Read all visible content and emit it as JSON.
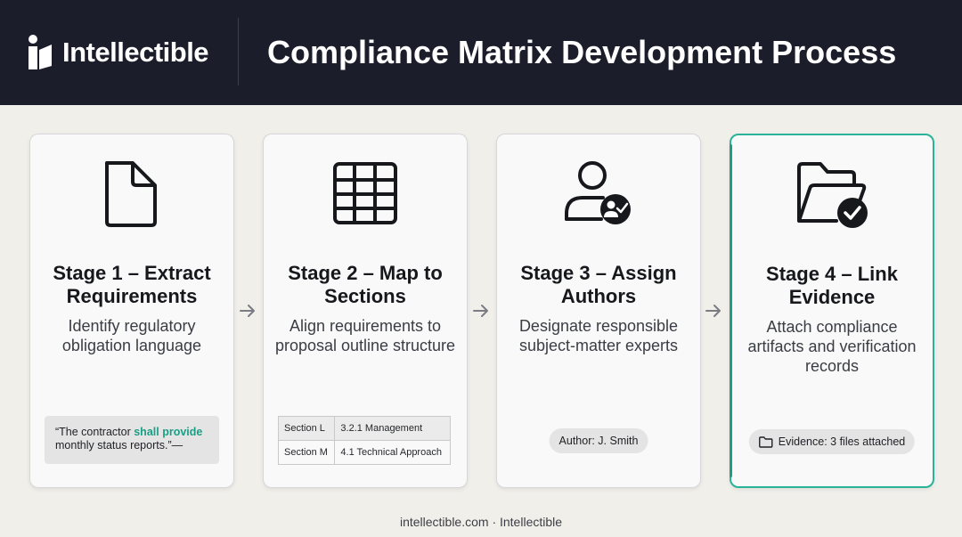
{
  "brand": {
    "name": "Intellectible"
  },
  "header": {
    "title": "Compliance Matrix Development Process"
  },
  "stages": [
    {
      "title": "Stage 1 – Extract Requirements",
      "description": "Identify regulatory obligation language",
      "icon": "document-icon"
    },
    {
      "title": "Stage 2 – Map to Sections",
      "description": "Align requirements to proposal outline structure",
      "icon": "table-icon"
    },
    {
      "title": "Stage 3 – Assign Authors",
      "description": "Designate responsible subject-matter experts",
      "icon": "user-check-icon"
    },
    {
      "title": "Stage 4 – Link Evidence",
      "description": "Attach compliance artifacts and verification records",
      "icon": "folder-check-icon"
    }
  ],
  "quote": {
    "before": "“The contractor ",
    "highlight": "shall provide",
    "after": " monthly status reports.”—"
  },
  "mapping": [
    {
      "section": "Section L",
      "target": "3.2.1 Management"
    },
    {
      "section": "Section M",
      "target": "4.1 Technical Approach"
    }
  ],
  "author_pill": "Author: J. Smith",
  "evidence_pill": "Evidence: 3 files attached",
  "footer": "intellectible.com · Intellectible",
  "colors": {
    "header_bg": "#1b1d2b",
    "accent": "#1c9e86",
    "page_bg": "#f1efea"
  }
}
